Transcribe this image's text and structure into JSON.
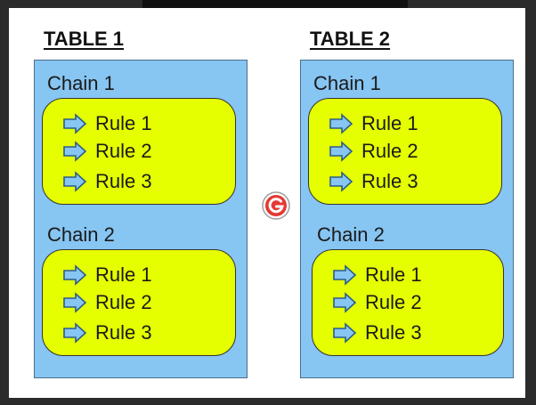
{
  "colors": {
    "table_fill": "#87c5f2",
    "chain_fill": "#e5ff00",
    "arrow_fill": "#87c5f2",
    "logo_red": "#e53935"
  },
  "tables": [
    {
      "title": "TABLE 1",
      "chains": [
        {
          "label": "Chain 1",
          "rules": [
            "Rule 1",
            "Rule 2",
            "Rule 3"
          ]
        },
        {
          "label": "Chain 2",
          "rules": [
            "Rule 1",
            "Rule 2",
            "Rule 3"
          ]
        }
      ]
    },
    {
      "title": "TABLE 2",
      "chains": [
        {
          "label": "Chain 1",
          "rules": [
            "Rule 1",
            "Rule 2",
            "Rule 3"
          ]
        },
        {
          "label": "Chain 2",
          "rules": [
            "Rule 1",
            "Rule 2",
            "Rule 3"
          ]
        }
      ]
    }
  ],
  "logo_icon": "g-logo-icon"
}
